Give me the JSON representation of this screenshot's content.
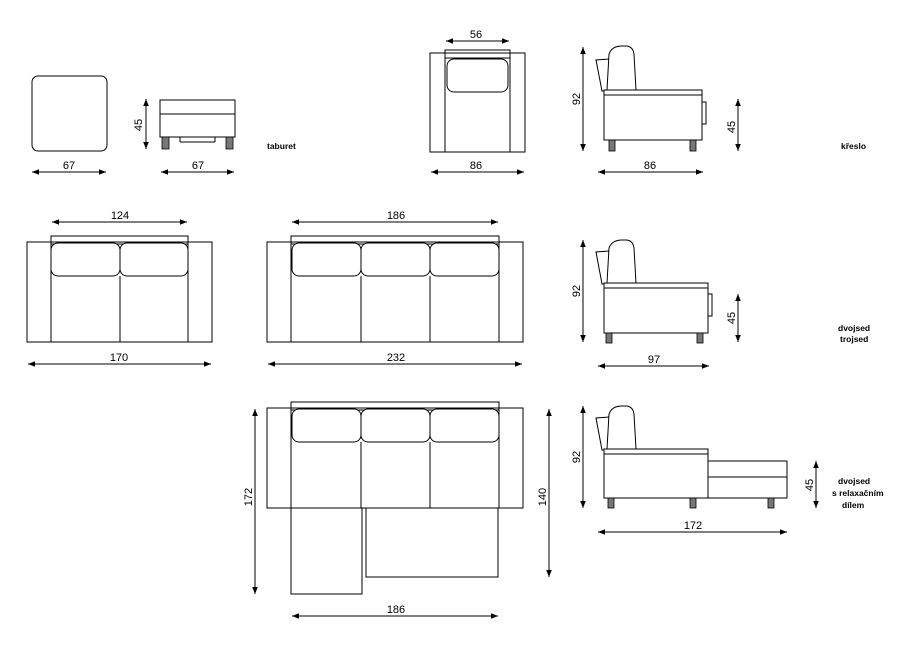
{
  "colors": {
    "line": "#000000",
    "leg": "#777777",
    "background": "#ffffff"
  },
  "labels": {
    "taburet": "taburet",
    "kreslo": "křeslo",
    "dvojsed": "dvojsed",
    "trojsed": "trojsed",
    "relax_1": "dvojsed",
    "relax_2": "s relaxačním",
    "relax_3": "dílem"
  },
  "dims": {
    "taburet_top_width": "67",
    "taburet_side_width": "67",
    "taburet_height": "45",
    "kreslo_seat": "56",
    "kreslo_width": "86",
    "kreslo_height": "92",
    "kreslo_depth": "86",
    "kreslo_seat_height": "45",
    "dvojsed_seat": "124",
    "dvojsed_width": "170",
    "trojsed_seat": "186",
    "trojsed_width": "232",
    "sofa_height": "92",
    "sofa_depth": "97",
    "sofa_seat_height": "45",
    "corner_depth": "172",
    "corner_inner": "140",
    "corner_seat": "186",
    "relax_height": "92",
    "relax_length": "172",
    "relax_seat_height": "45"
  }
}
